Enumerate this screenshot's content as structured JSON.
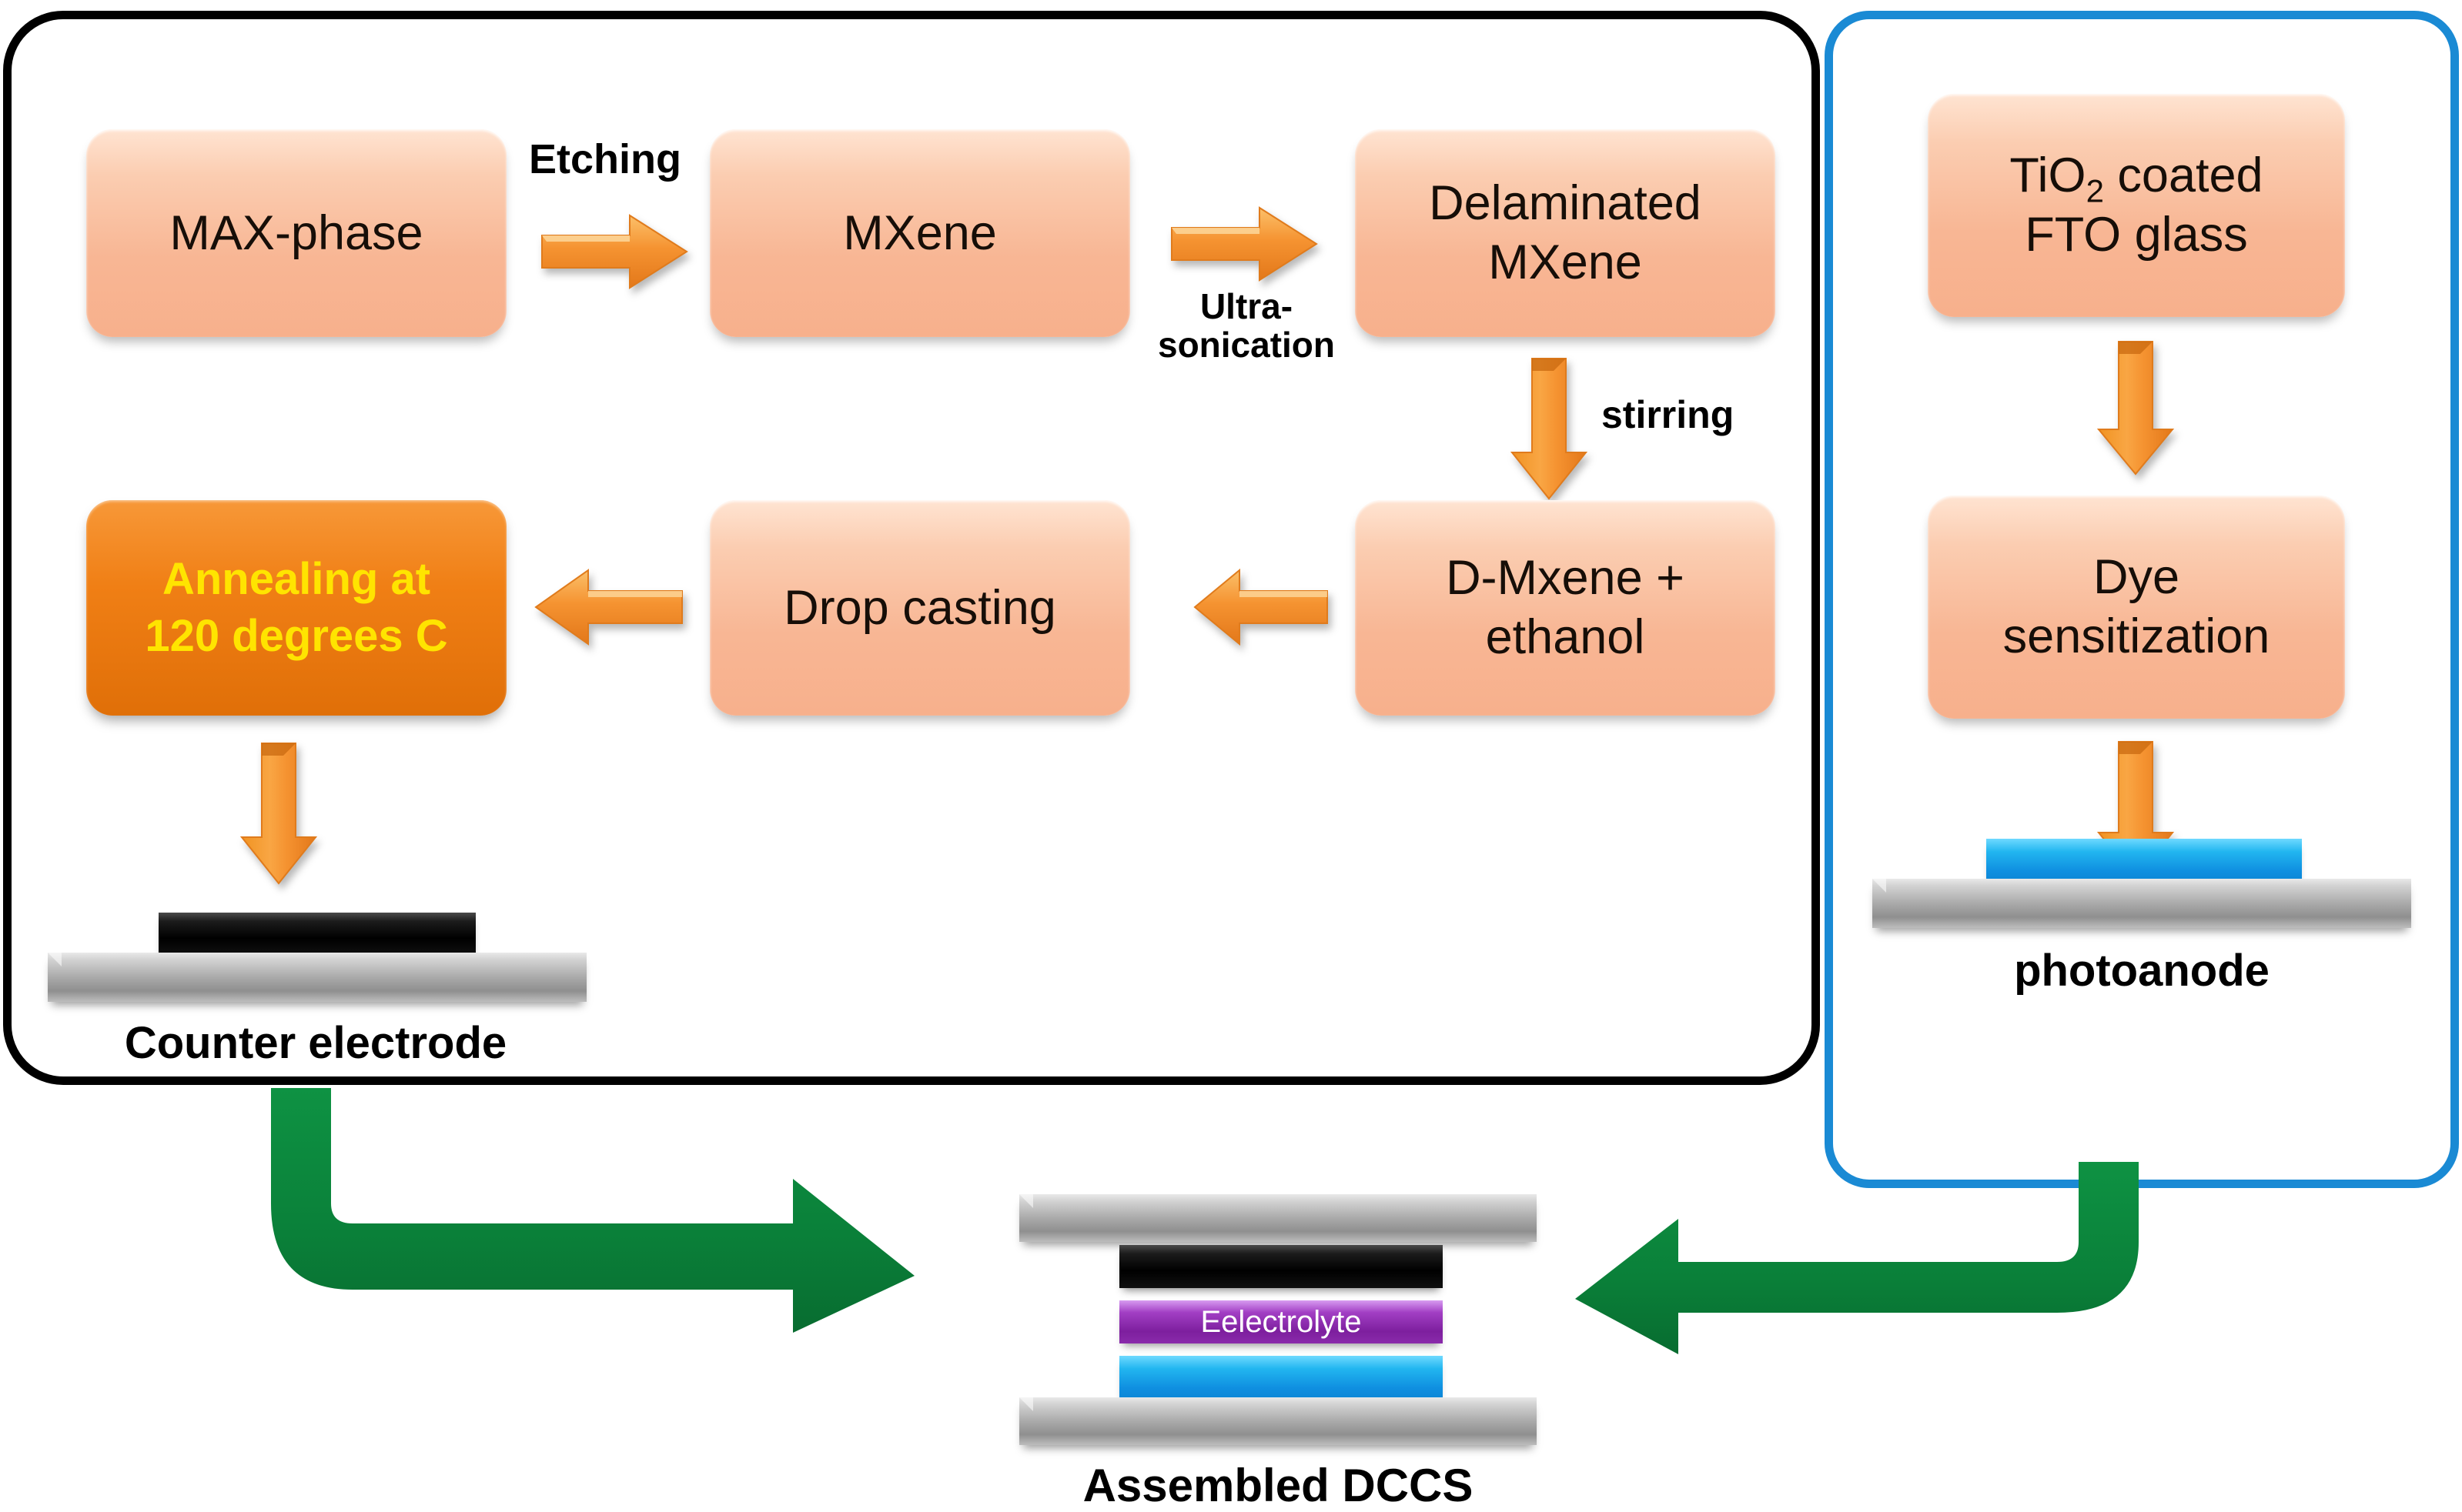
{
  "diagram": {
    "title": "MXene counter electrode and photoanode fabrication flow for dye sensitized solar cell assembly",
    "colors": {
      "box_fill": "#f8b694",
      "box_fill_highlight": "#ef7f10",
      "box_highlight_text": "#ffe400",
      "orange_arrow": "#f59331",
      "green_arrow": "#0b8a3c",
      "counter_electrode_border": "#000000",
      "photoanode_border": "#1a8ad4",
      "glass_slab": "#a8a8a8",
      "mxene_layer": "#000000",
      "dye_layer": "#14a0e8",
      "electrolyte_layer": "#8a2bab"
    }
  },
  "counter_electrode_branch": {
    "boxes": [
      {
        "id": "max-phase",
        "label": "MAX-phase"
      },
      {
        "id": "mxene",
        "label": "MXene"
      },
      {
        "id": "delaminated",
        "label": "Delaminated\nMXene",
        "line1": "Delaminated",
        "line2": "MXene"
      },
      {
        "id": "dmxene",
        "label": "D-Mxene +\nethanol",
        "line1": "D-Mxene +",
        "line2": "ethanol"
      },
      {
        "id": "dropcast",
        "label": "Drop casting"
      },
      {
        "id": "annealing",
        "label": "Annealing  at\n120 degrees C",
        "line1": "Annealing  at",
        "line2": "120 degrees C"
      }
    ],
    "step_labels": [
      {
        "id": "etching",
        "text": "Etching"
      },
      {
        "id": "ultrason",
        "line1": "Ultra-",
        "line2": "sonication"
      },
      {
        "id": "stirring",
        "text": "stirring"
      }
    ],
    "output_label": "Counter electrode"
  },
  "photoanode_branch": {
    "boxes": [
      {
        "id": "tio2-fto",
        "prefix": "TiO",
        "subscript": "2",
        "suffix": " coated",
        "line2": "FTO glass"
      },
      {
        "id": "dye",
        "line1": "Dye",
        "line2": "sensitization"
      }
    ],
    "output_label": "photoanode"
  },
  "assembly": {
    "label": "Assembled DCCS",
    "layers": [
      {
        "id": "top-fto-glass",
        "name": "FTO glass",
        "text": ""
      },
      {
        "id": "mxene-film",
        "name": "MXene counter electrode film",
        "text": ""
      },
      {
        "id": "electrolyte",
        "name": "Electrolyte",
        "text": "Eelectrolyte"
      },
      {
        "id": "dye-tio2",
        "name": "Dye sensitized TiO2",
        "text": ""
      },
      {
        "id": "bottom-fto-glass",
        "name": "FTO glass",
        "text": ""
      }
    ]
  }
}
